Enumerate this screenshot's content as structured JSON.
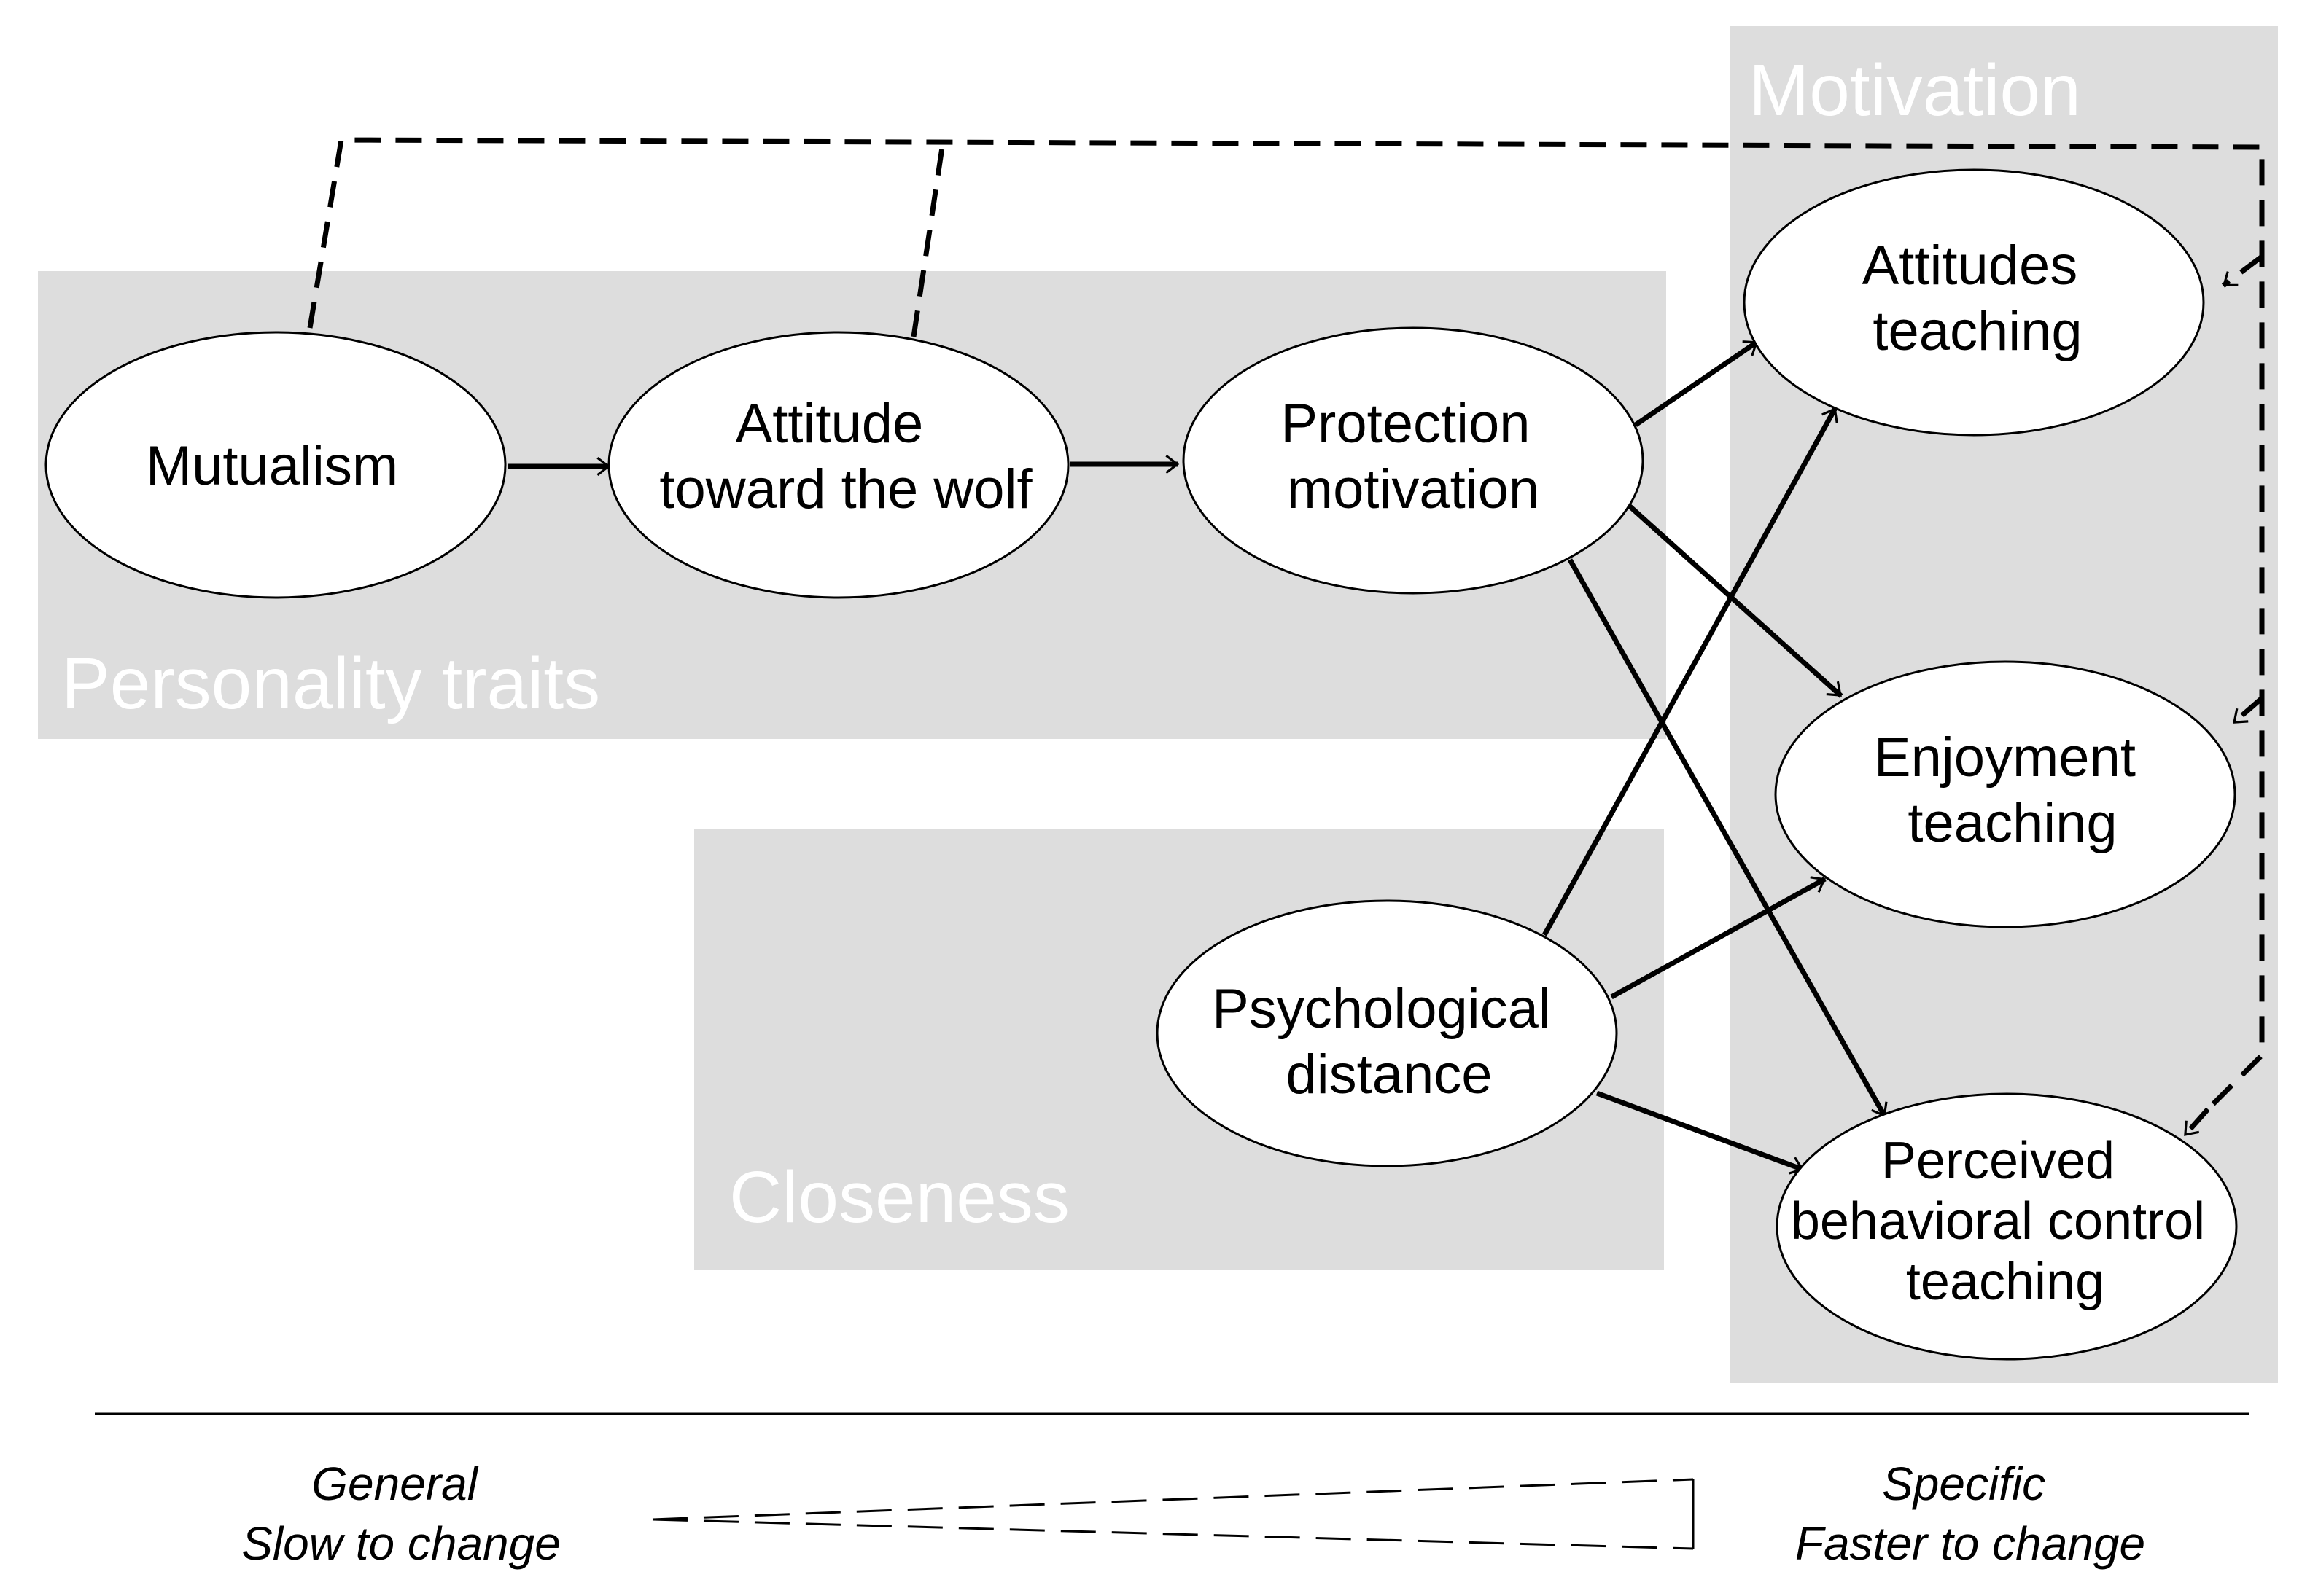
{
  "groups": {
    "personality": "Personality traits",
    "closeness": "Closeness",
    "motivation": "Motivation"
  },
  "nodes": {
    "mutualism": [
      "Mutualism"
    ],
    "attitude_wolf": [
      "Attitude",
      "toward the wolf"
    ],
    "protection": [
      "Protection",
      "motivation"
    ],
    "psych_distance": [
      "Psychological",
      "distance"
    ],
    "attitudes_teaching": [
      "Attitudes",
      "teaching"
    ],
    "enjoyment_teaching": [
      "Enjoyment",
      "teaching"
    ],
    "pbc_teaching": [
      "Perceived",
      "behavioral control",
      "teaching"
    ]
  },
  "scale": {
    "left": [
      "General",
      "Slow to change"
    ],
    "right": [
      "Specific",
      "Faster to change"
    ]
  },
  "colors": {
    "panel": "#dddddd",
    "group_label": "#ffffff",
    "stroke": "#000000",
    "node_fill": "#ffffff"
  }
}
